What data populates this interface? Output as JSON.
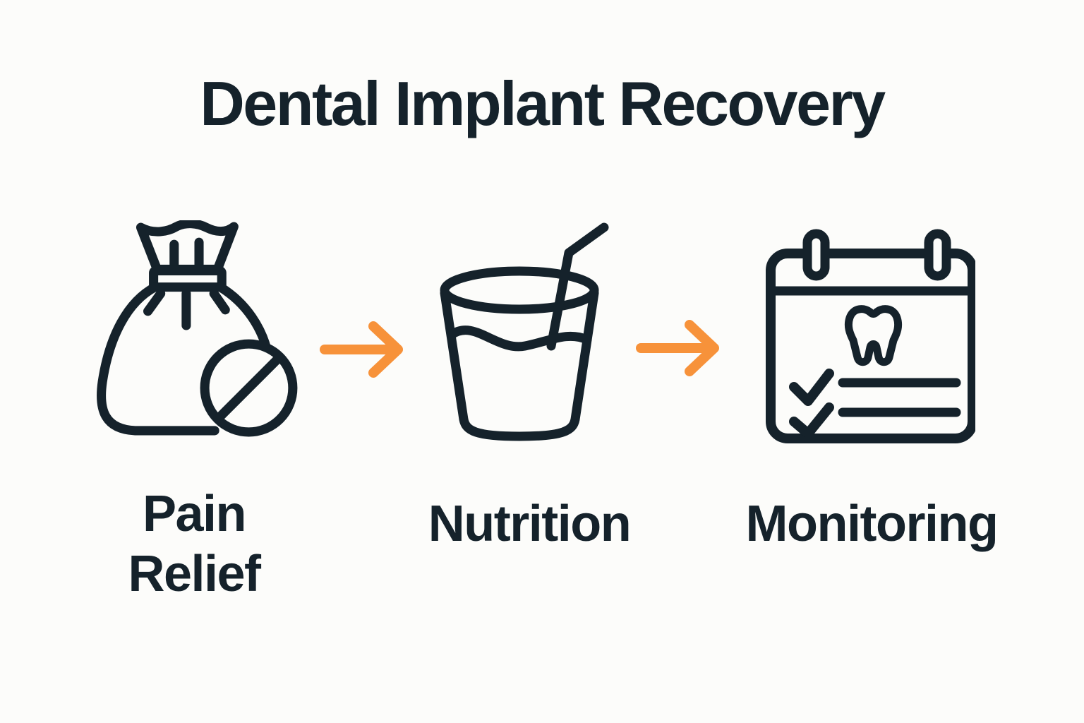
{
  "colors": {
    "background": "#FCFCFA",
    "ink": "#15222B",
    "accent": "#F7923A"
  },
  "title": "Dental Implant Recovery",
  "steps": [
    {
      "label": "Pain Relief",
      "icon": "ice-pack-with-tablet-icon"
    },
    {
      "label": "Nutrition",
      "icon": "drink-glass-with-straw-icon"
    },
    {
      "label": "Monitoring",
      "icon": "dental-checkup-calendar-icon"
    }
  ],
  "connectors": [
    {
      "icon": "arrow-right-icon"
    },
    {
      "icon": "arrow-right-icon"
    }
  ]
}
